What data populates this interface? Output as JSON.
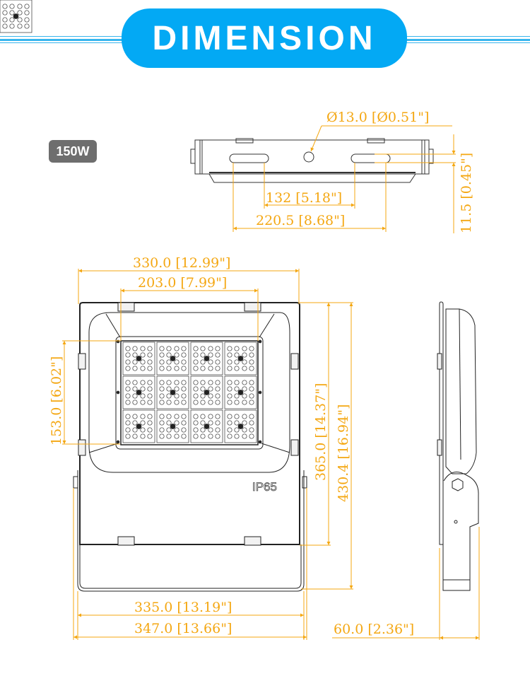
{
  "header": {
    "title": "DIMENSION",
    "accent_color": "#03a9f4"
  },
  "model_badge": {
    "label": "150W",
    "color": "#6e6e6e"
  },
  "dimension_color": "#f4a712",
  "top_view": {
    "hole_diameter": "Ø13.0  [Ø0.51\"]",
    "slot_inner_spacing": "132  [5.18\"]",
    "slot_outer_spacing": "220.5  [8.68\"]",
    "slot_width": "11.5  [0.45\"]"
  },
  "front_view": {
    "outer_width": "330.0  [12.99\"]",
    "led_module_width": "203.0  [7.99\"]",
    "led_module_height": "153.0  [6.02\"]",
    "body_height": "365.0  [14.37\"]",
    "total_height": "430.4  [16.94\"]",
    "bracket_inner_width": "335.0  [13.19\"]",
    "bracket_outer_width": "347.0  [13.66\"]",
    "rating_label": "IP65",
    "led_grid": {
      "rows": 3,
      "cols": 4
    }
  },
  "side_view": {
    "depth": "60.0  [2.36\"]"
  }
}
